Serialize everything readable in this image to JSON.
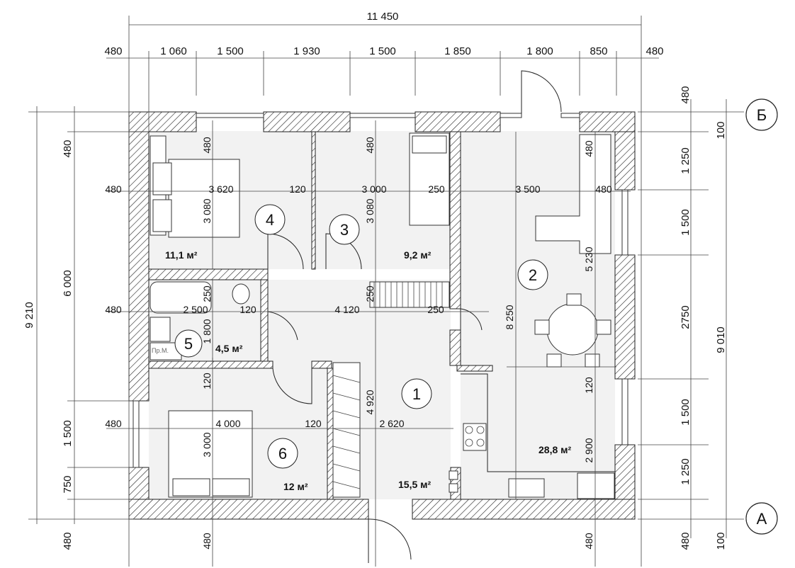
{
  "overall_width": "11 450",
  "top_dims": [
    "480",
    "1 060",
    "1 500",
    "1 930",
    "1 500",
    "1 850",
    "1 800",
    "850",
    "480"
  ],
  "left_dims": {
    "total": "9 210",
    "inner": "6 000",
    "seg": [
      "480",
      "1 500",
      "750",
      "480"
    ]
  },
  "right_dims": {
    "total": "9 010",
    "seg": [
      "480",
      "100",
      "1 250",
      "1 500",
      "2750",
      "1 500",
      "1 250",
      "480",
      "100"
    ]
  },
  "axes": {
    "b": "Б",
    "a": "А"
  },
  "rooms": [
    {
      "num": "1",
      "area": "15,5 м²"
    },
    {
      "num": "2",
      "area": "28,8 м²"
    },
    {
      "num": "3",
      "area": "9,2 м²"
    },
    {
      "num": "4",
      "area": "11,1 м²"
    },
    {
      "num": "5",
      "area": "4,5 м²"
    },
    {
      "num": "6",
      "area": "12 м²"
    }
  ],
  "internal_dims": {
    "r4_w": "3 620",
    "r4_h": "3 080",
    "r4_top": "480",
    "r4_left": "480",
    "p120a": "120",
    "r3_w": "3 000",
    "r3_h": "3 080",
    "r3_top": "480",
    "p250a": "250",
    "r2_w": "3 500",
    "r2_right": "480",
    "r2_h": "5 230",
    "r2_top": "480",
    "r2_total": "8 250",
    "r2_kitchen": "2 900",
    "p120c": "120",
    "r5_left": "480",
    "r5_w": "2 500",
    "r5_h": "1 800",
    "p250b": "250",
    "p120b": "120",
    "r1_w": "4 120",
    "p250c": "250",
    "p250d": "250",
    "p120d": "120",
    "r1_h": "4 920",
    "r6_left": "480",
    "r6_w": "4 000",
    "r6_h": "3 000",
    "p120e": "120",
    "r1_w2": "2 620",
    "bot_480_a": "480",
    "bot_480_b": "480"
  },
  "labels": {
    "pm": "Пр.М."
  }
}
